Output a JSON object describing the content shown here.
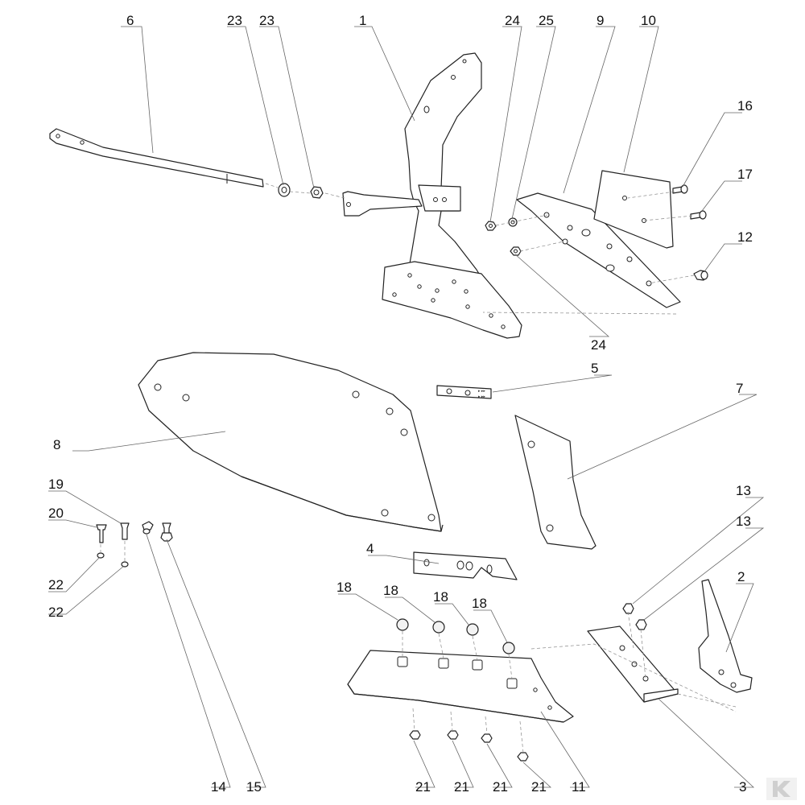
{
  "diagram": {
    "callouts": {
      "c1": "1",
      "c2": "2",
      "c3": "3",
      "c4": "4",
      "c5": "5",
      "c6": "6",
      "c7": "7",
      "c8": "8",
      "c9": "9",
      "c10": "10",
      "c11": "11",
      "c12": "12",
      "c13a": "13",
      "c13b": "13",
      "c14": "14",
      "c15": "15",
      "c16": "16",
      "c17": "17",
      "c18a": "18",
      "c18b": "18",
      "c18c": "18",
      "c18d": "18",
      "c19": "19",
      "c20": "20",
      "c21a": "21",
      "c21b": "21",
      "c21c": "21",
      "c21d": "21",
      "c22a": "22",
      "c22b": "22",
      "c23a": "23",
      "c23b": "23",
      "c24a": "24",
      "c24b": "24",
      "c25": "25"
    },
    "logo_icon": "brand-logo-icon"
  }
}
